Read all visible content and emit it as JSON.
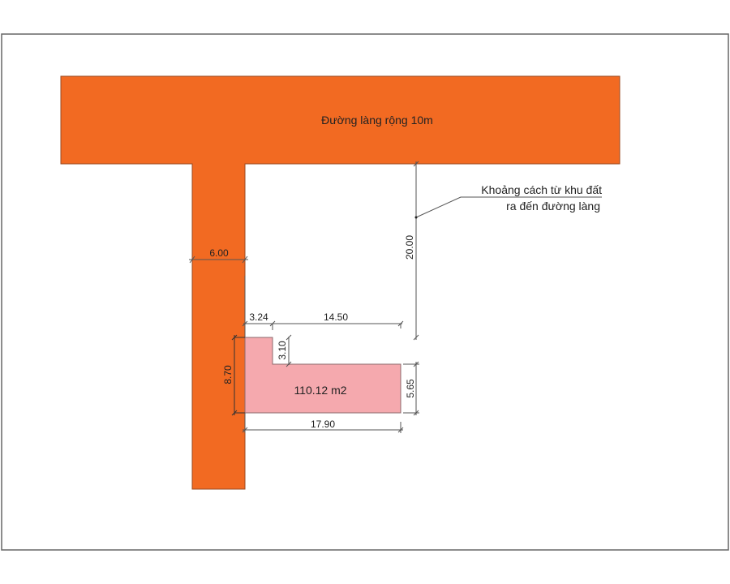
{
  "drawing": {
    "colors": {
      "road": "#F26A22",
      "road_edge": "#9A4A22",
      "lot": "#F5A9AE",
      "lot_edge": "#8C6A6C",
      "dim_line": "#555555",
      "frame": "#666666",
      "text": "#222222"
    },
    "road_label": "Đường làng rộng 10m",
    "lot_area_label": "110.12 m2",
    "annotation": {
      "line1": "Khoảng cách từ khu đất",
      "line2": "ra đến đường làng"
    },
    "dimensions": {
      "road_width": "6.00",
      "distance_to_road": "20.00",
      "front_short": "3.24",
      "back_long": "14.50",
      "notch_depth": "3.10",
      "left_depth": "8.70",
      "right_depth": "5.65",
      "total_length": "17.90"
    }
  }
}
